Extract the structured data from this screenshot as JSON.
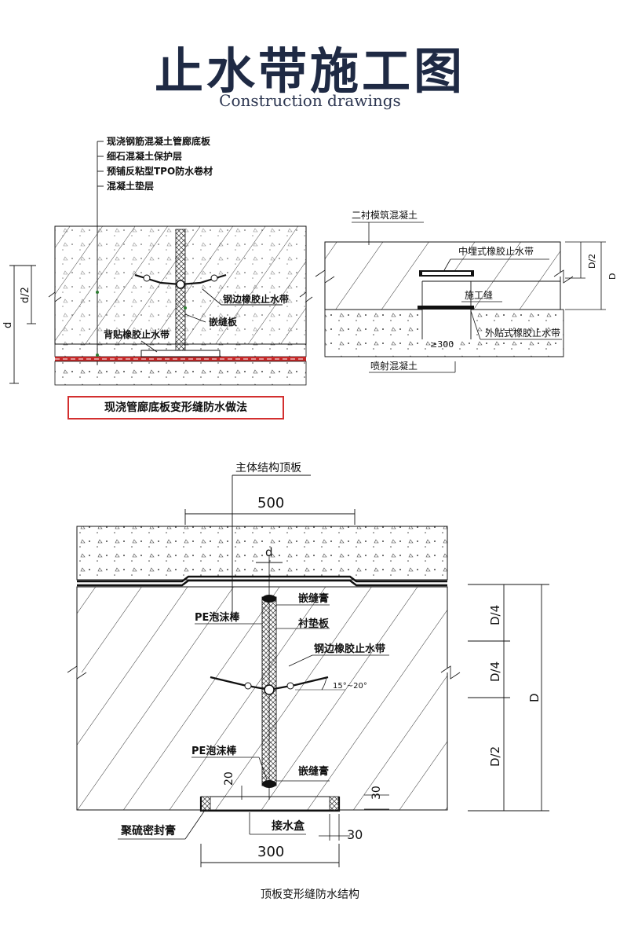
{
  "header": {
    "title": "止水带施工图",
    "subtitle": "Construction drawings"
  },
  "diagram1": {
    "layers": [
      "现浇钢筋混凝土管廊底板",
      "细石混凝土保护层",
      "预铺反粘型TPO防水卷材",
      "混凝土垫层"
    ],
    "dim_d": "d",
    "dim_d2": "d/2",
    "label_steel_waterstop": "钢边橡胶止水带",
    "label_filler_board": "嵌缝板",
    "label_back_waterstop": "背贴橡胶止水带",
    "caption": "现浇管廊底板变形缝防水做法"
  },
  "diagram2": {
    "label_lining": "二衬模筑混凝土",
    "label_embedded": "中埋式橡胶止水带",
    "label_joint": "施工缝",
    "label_external": "外贴式橡胶止水带",
    "label_spacing": "≥300",
    "label_shotcrete": "喷射混凝土",
    "dim_d2": "D/2",
    "dim_d": "D"
  },
  "diagram3": {
    "label_roof": "主体结构顶板",
    "dim_500": "500",
    "dim_d": "d",
    "label_sealant_top": "嵌缝膏",
    "label_pe_top": "PE泡沫棒",
    "label_backing": "衬垫板",
    "label_steel_waterstop": "钢边橡胶止水带",
    "label_angle": "15°~20°",
    "label_pe_bottom": "PE泡沫棒",
    "label_sealant_bottom": "嵌缝膏",
    "dim_20": "20",
    "dim_30a": "30",
    "dim_30b": "30",
    "label_polysulfide": "聚硫密封膏",
    "label_drip_box": "接水盒",
    "dim_300": "300",
    "dim_D4a": "D/4",
    "dim_D4b": "D/4",
    "dim_D2": "D/2",
    "dim_D": "D",
    "caption": "顶板变形缝防水结构"
  }
}
